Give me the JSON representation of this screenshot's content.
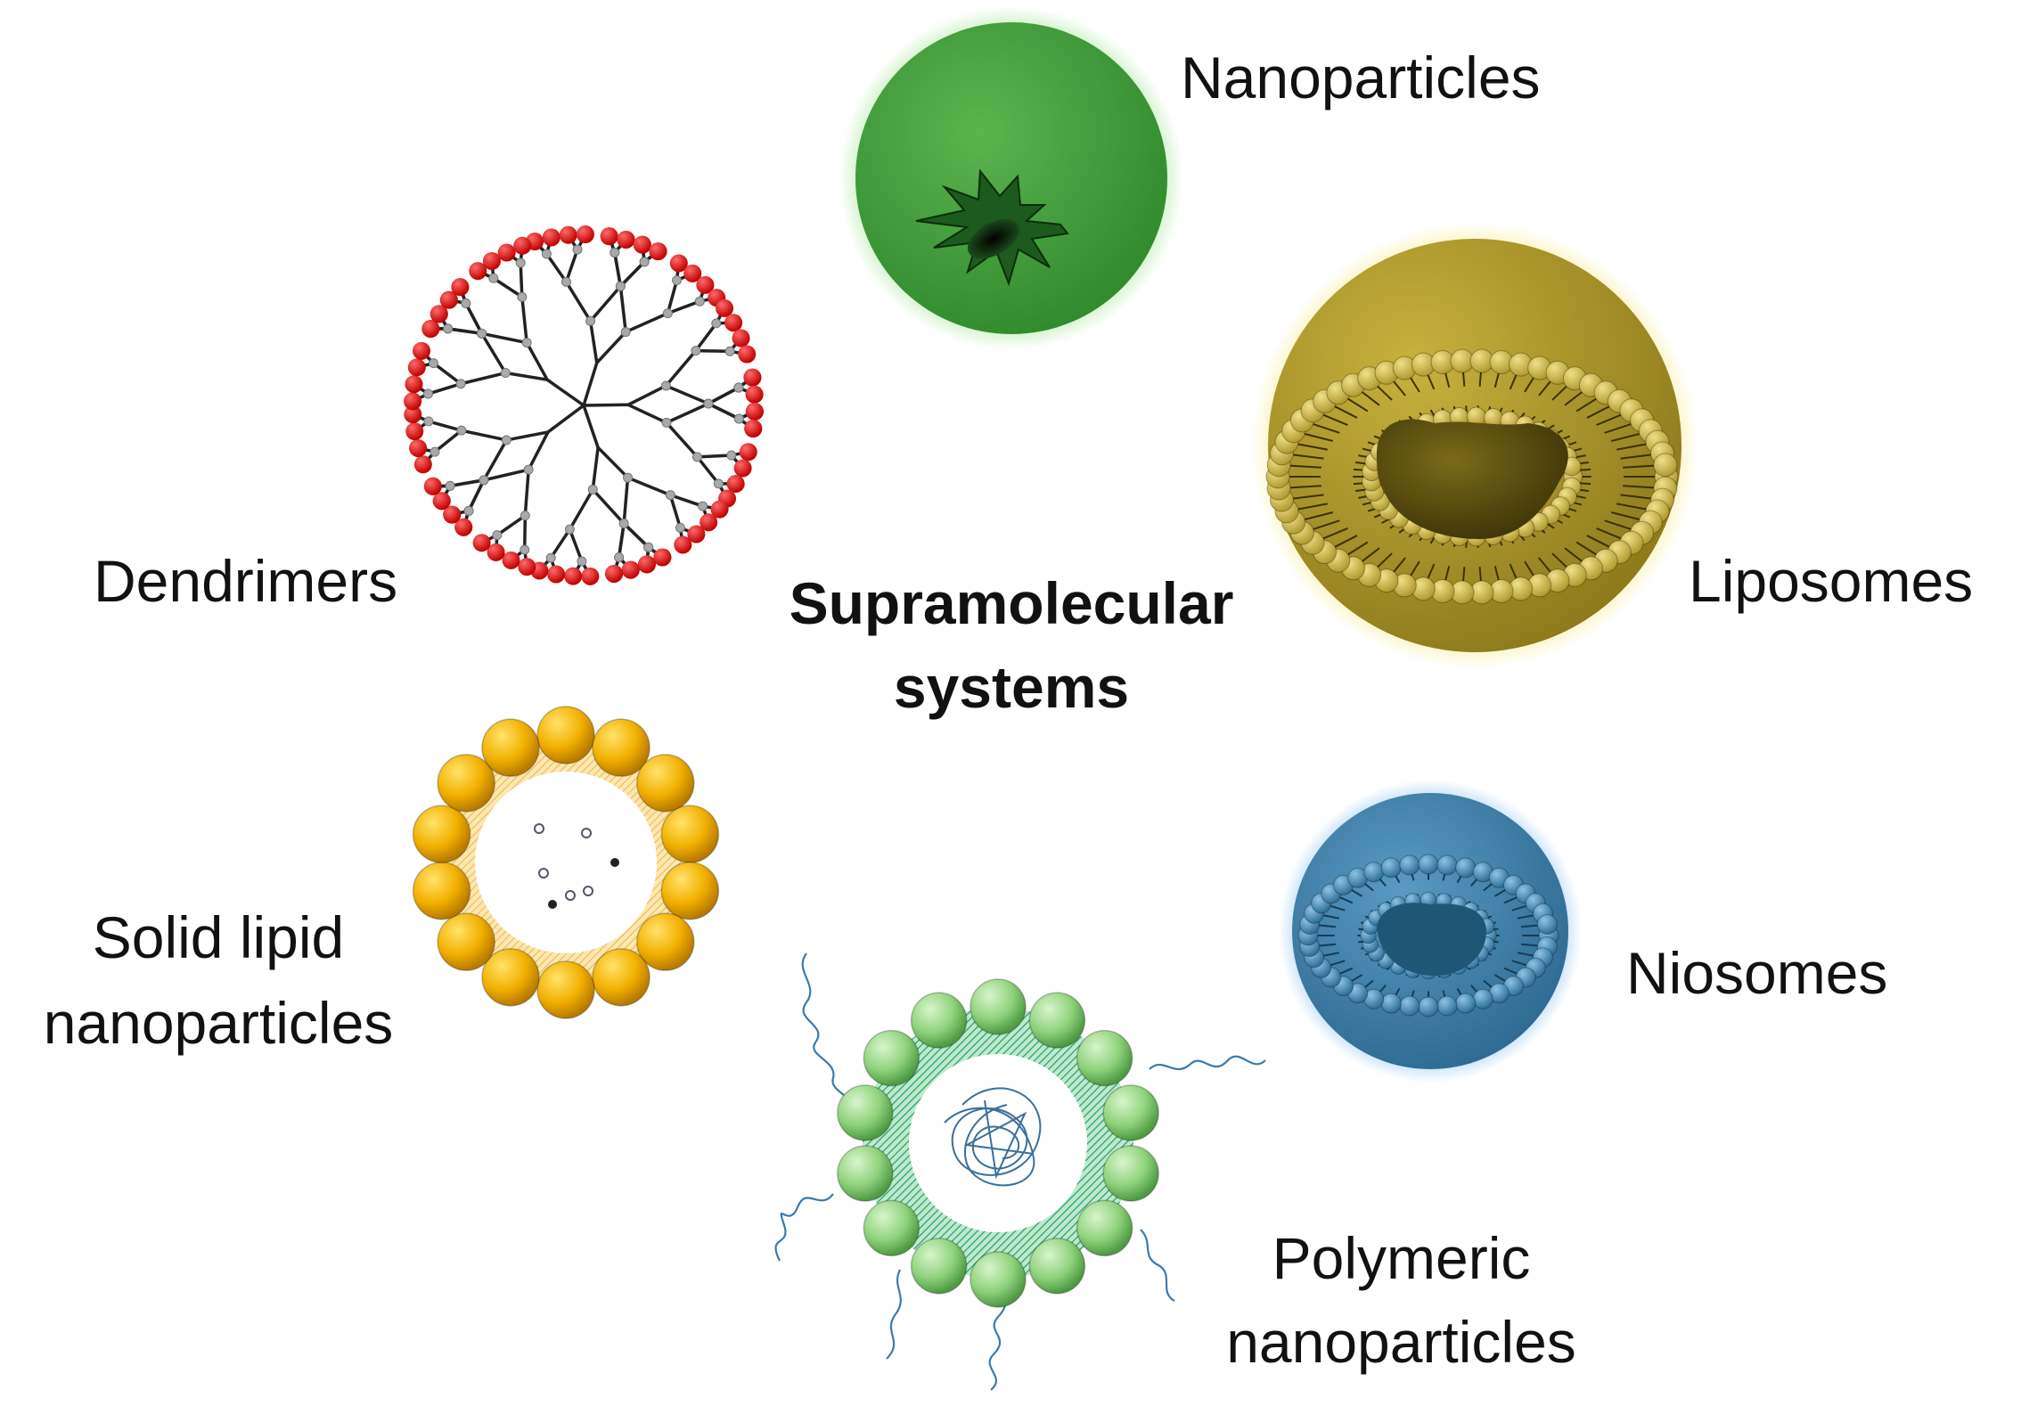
{
  "center": {
    "line1": "Supramolecular",
    "line2": "systems"
  },
  "systems": {
    "nanoparticles": {
      "label": "Nanoparticles",
      "color": "#3f9a3a",
      "glow": "#a8e89a",
      "core": "#0e3a10"
    },
    "liposomes": {
      "label": "Liposomes",
      "color": "#b09a2c",
      "glow": "#f3e56a",
      "head": "#d8c552"
    },
    "dendrimers": {
      "label": "Dendrimers",
      "branch": "#222222",
      "node": "#a9a9a9",
      "terminal": "#e01414"
    },
    "niosomes": {
      "label": "Niosomes",
      "color": "#3d7fa8",
      "glow": "#8cc4f2"
    },
    "solid_lipid_nanoparticles": {
      "line1": "Solid lipid",
      "line2": "nanoparticles",
      "bead": "#f2b000",
      "shell": "#f7d890"
    },
    "polymeric_nanoparticles": {
      "line1": "Polymeric",
      "line2": "nanoparticles",
      "bead": "#8fd27c",
      "shell": "#2fb06a",
      "chain": "#3a7ab0"
    }
  }
}
